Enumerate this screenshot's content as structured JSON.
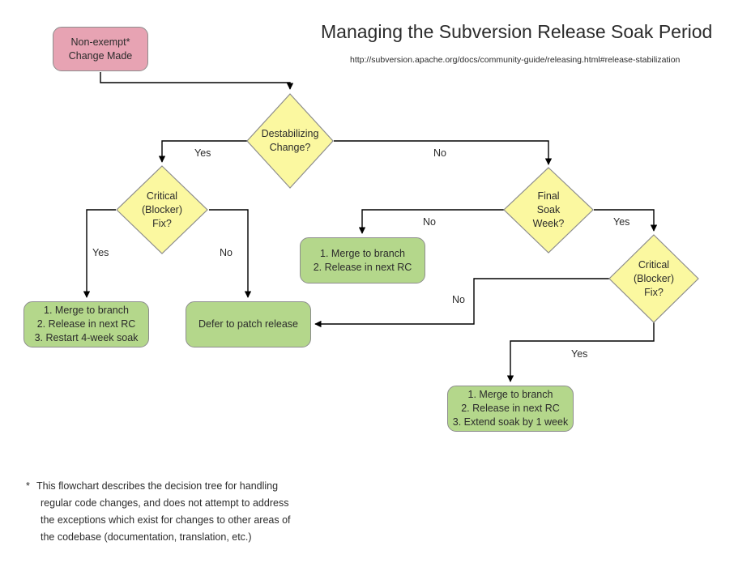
{
  "header": {
    "title": "Managing the Subversion Release Soak Period",
    "url": "http://subversion.apache.org/docs/community-guide/releasing.html#release-stabilization"
  },
  "colors": {
    "start_fill": "#e7a3b3",
    "decision_fill": "#fbf8a0",
    "action_fill": "#b4d78b",
    "stroke": "#8d8d8d",
    "edge": "#000000",
    "text": "#2b2b2b"
  },
  "nodes": {
    "start": {
      "type": "start",
      "line1": "Non-exempt*",
      "line2": "Change Made"
    },
    "destabilizing": {
      "type": "decision",
      "line1": "Destabilizing",
      "line2": "Change?"
    },
    "critical_left": {
      "type": "decision",
      "line1": "Critical",
      "line2": "(Blocker)",
      "line3": "Fix?"
    },
    "final_soak": {
      "type": "decision",
      "line1": "Final",
      "line2": "Soak",
      "line3": "Week?"
    },
    "critical_right": {
      "type": "decision",
      "line1": "Critical",
      "line2": "(Blocker)",
      "line3": "Fix?"
    },
    "action_restart": {
      "type": "action",
      "line1": "1. Merge to branch",
      "line2": "2. Release in next RC",
      "line3": "3. Restart 4-week soak"
    },
    "action_defer": {
      "type": "action",
      "line1": "Defer to patch release"
    },
    "action_merge": {
      "type": "action",
      "line1": "1. Merge to branch",
      "line2": "2. Release in next RC"
    },
    "action_extend": {
      "type": "action",
      "line1": "1. Merge to branch",
      "line2": "2. Release in next RC",
      "line3": "3. Extend soak by 1 week"
    }
  },
  "edge_labels": {
    "destab_yes": "Yes",
    "destab_no": "No",
    "critleft_yes": "Yes",
    "critleft_no": "No",
    "soak_no": "No",
    "soak_yes": "Yes",
    "critright_no": "No",
    "critright_yes": "Yes"
  },
  "footnote": {
    "marker": "*",
    "line1": "This flowchart describes the decision tree for handling",
    "line2": "regular code changes, and does not attempt to address",
    "line3": "the exceptions which exist for changes to other areas of",
    "line4": "the codebase (documentation, translation, etc.)"
  }
}
